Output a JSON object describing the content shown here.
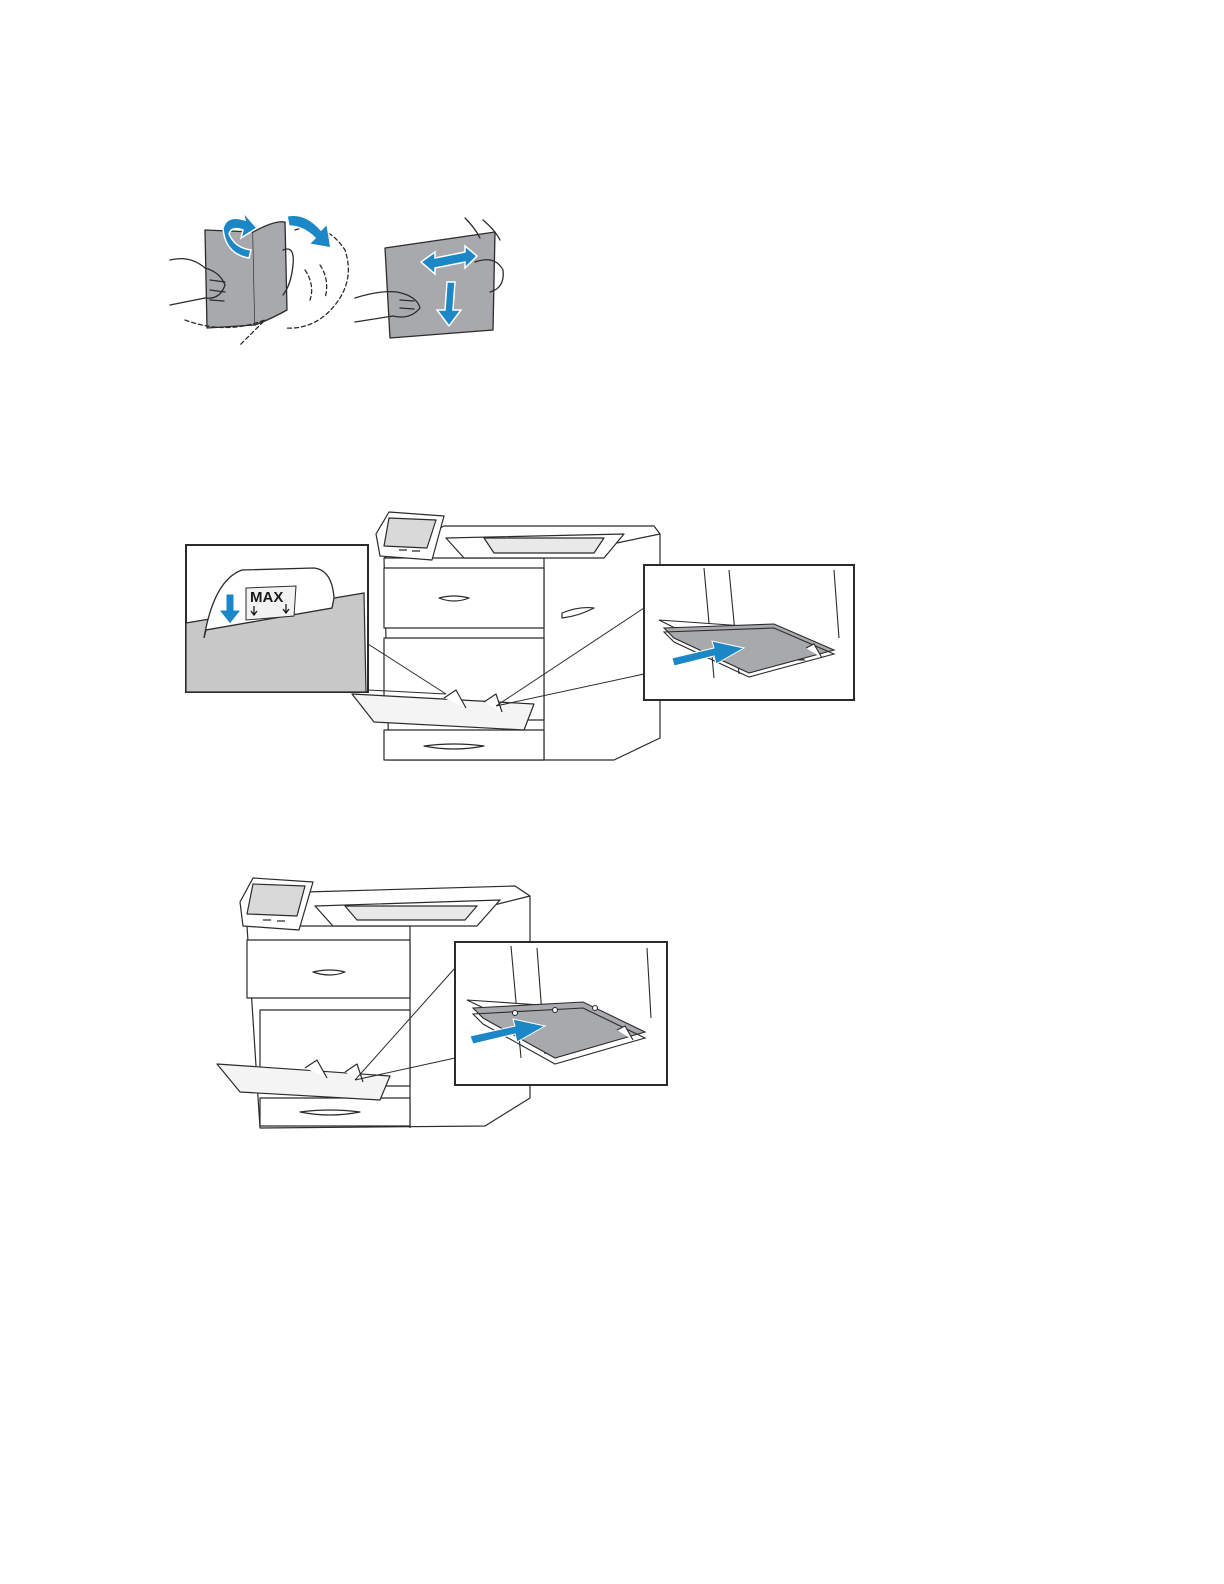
{
  "figures": {
    "fan_paper": {
      "semantic": "illustration-fan-paper",
      "colors": {
        "arrow": "#1b87c6",
        "paper": "#a7a9ac",
        "line": "#2b2b2b"
      }
    },
    "max_fill_printer": {
      "semantic": "illustration-printer-max-fill-line",
      "max_label": "MAX",
      "colors": {
        "arrow": "#1b87c6",
        "inset_fill": "#c8c8c8",
        "line": "#2b2b2b"
      }
    },
    "insert_paper_printer": {
      "semantic": "illustration-printer-insert-paper-bypass",
      "colors": {
        "arrow": "#1b87c6",
        "paper": "#a7a9ac",
        "line": "#2b2b2b"
      }
    }
  }
}
